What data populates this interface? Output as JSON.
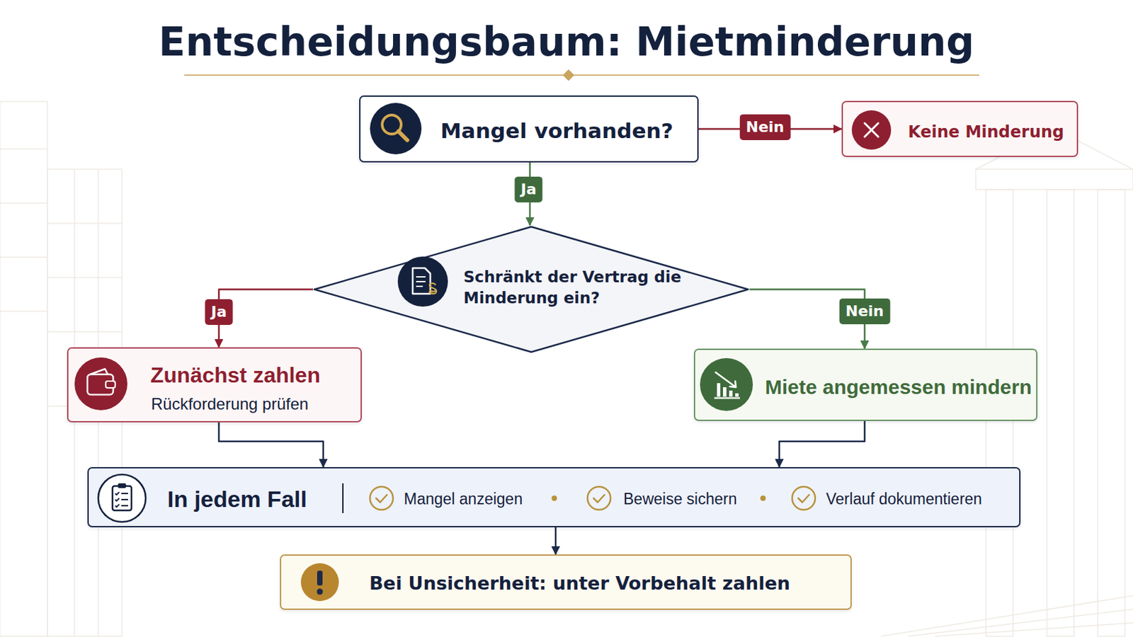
{
  "diagram": {
    "title": "Entscheidungsbaum: Mietminderung",
    "nodes": [
      {
        "text": [
          "Mangel vorhanden?"
        ]
      },
      {
        "text": [
          "Keine Minderung"
        ]
      },
      {
        "text": [
          "Schränkt der Vertrag die Minderung ein?"
        ]
      },
      {
        "text": [
          "Zunächst zahlen",
          "Rückforderung prüfen"
        ]
      },
      {
        "text": [
          "Miete angemessen mindern"
        ]
      },
      {
        "text": [
          "In jedem Fall",
          "Mangel anzeigen",
          "Beweise sichern",
          "Verlauf dokumentieren"
        ]
      },
      {
        "text": [
          "Bei Unsicherheit: unter Vorbehalt zahlen"
        ]
      }
    ],
    "edges": [
      {
        "from": 0,
        "to": 1,
        "label": "Nein",
        "arrow": "to"
      },
      {
        "from": 0,
        "to": 2,
        "label": "Ja",
        "arrow": "to"
      },
      {
        "from": 2,
        "to": 3,
        "label": "Ja",
        "arrow": "to"
      },
      {
        "from": 2,
        "to": 4,
        "label": "Nein",
        "arrow": "to"
      },
      {
        "from": 3,
        "to": 5,
        "arrow": "to"
      },
      {
        "from": 4,
        "to": 5,
        "arrow": "to"
      },
      {
        "from": 5,
        "to": 6,
        "arrow": "to"
      }
    ]
  }
}
